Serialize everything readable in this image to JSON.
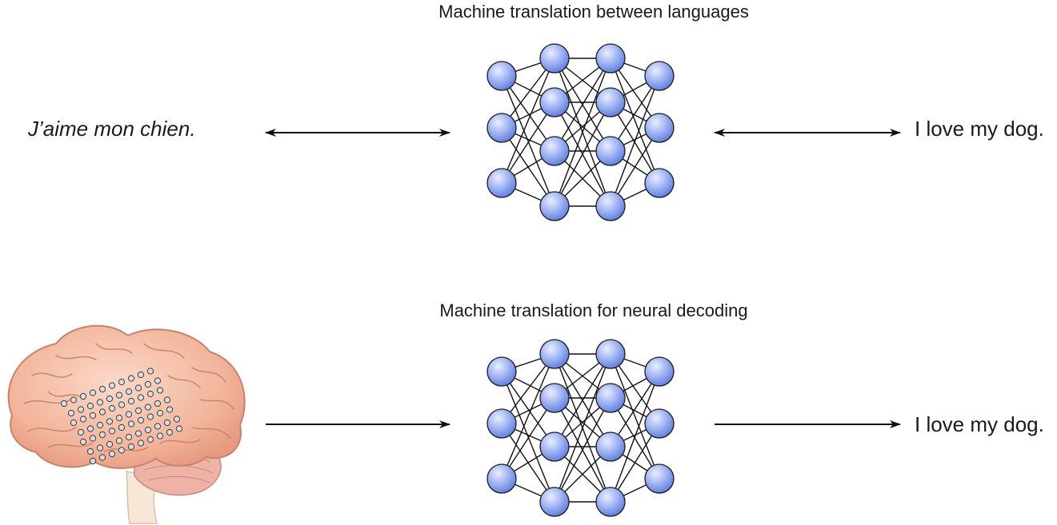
{
  "top_panel": {
    "title": "Machine translation between languages",
    "source_text": "J’aime mon chien.",
    "target_text": "I love my dog.",
    "arrows": "bidirectional"
  },
  "bottom_panel": {
    "title": "Machine translation for neural decoding",
    "source_icon": "brain-with-electrode-grid-icon",
    "target_text": "I love my dog.",
    "arrows": "unidirectional"
  },
  "network": {
    "layers": [
      3,
      4,
      4,
      3
    ],
    "node_color": "#6f8ee8"
  }
}
